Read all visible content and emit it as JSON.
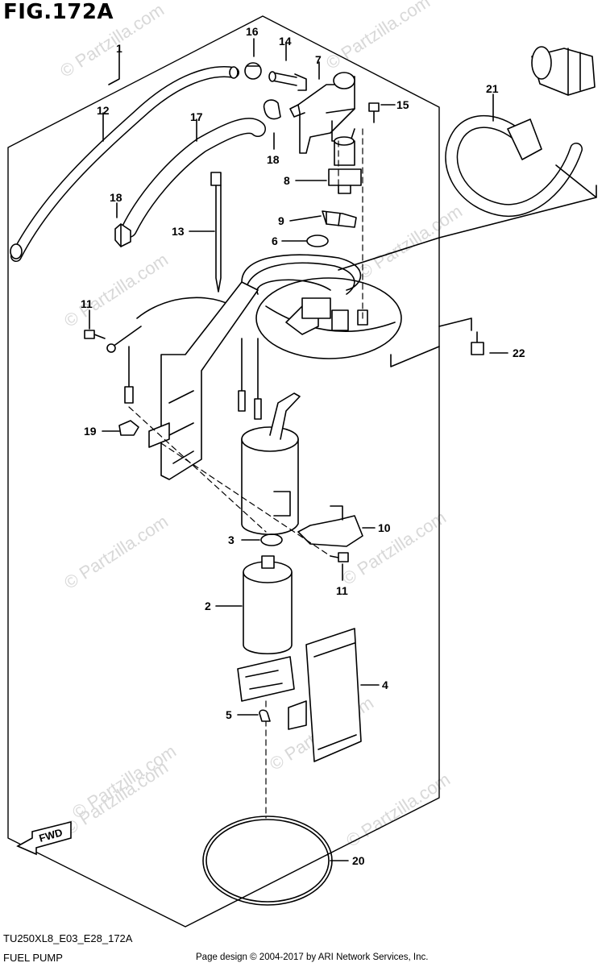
{
  "figure": {
    "title": "FIG.172A",
    "model_code": "TU250XL8_E03_E28_172A",
    "section_name": "FUEL PUMP"
  },
  "footer": {
    "copyright": "Page design © 2004-2017 by ARI Network Services, Inc."
  },
  "watermark": "© Partzilla.com",
  "fwd_label": "FWD",
  "callouts": [
    "1",
    "2",
    "3",
    "4",
    "5",
    "6",
    "7",
    "8",
    "9",
    "10",
    "11",
    "11",
    "12",
    "13",
    "14",
    "15",
    "16",
    "17",
    "18",
    "18",
    "19",
    "20",
    "21",
    "22"
  ]
}
